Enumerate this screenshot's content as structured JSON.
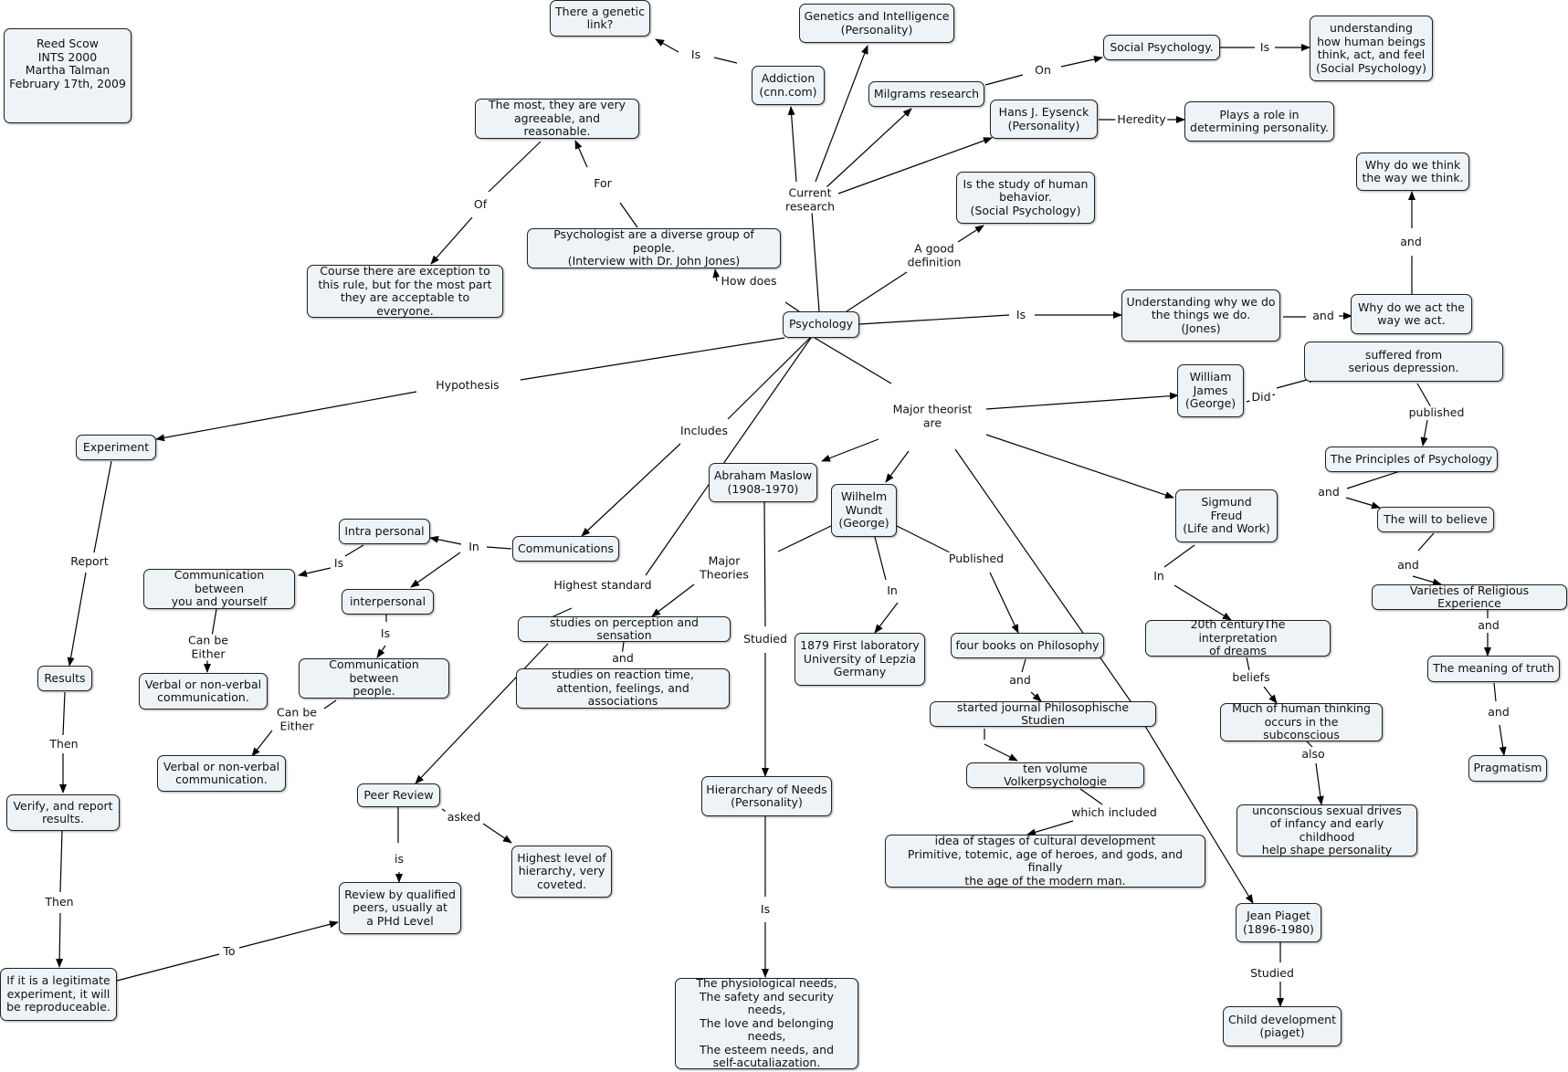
{
  "nodes": {
    "author": "Reed Scow\nINTS 2000\nMartha Talman\nFebruary 17th, 2009",
    "genetic_link": "There a genetic\nlink?",
    "genetics_intelligence": "Genetics and Intelligence\n(Personality)",
    "social_psychology": "Social Psychology.",
    "understanding_how": "understanding\nhow human beings\nthink, act, and feel\n(Social Psychology)",
    "addiction": "Addiction\n(cnn.com)",
    "milgrams": "Milgrams research",
    "eysenck": "Hans J. Eysenck\n(Personality)",
    "heredity_role": "Plays a role in\ndetermining personality.",
    "most_agreeable": "The most, they are very\nagreeable, and reasonable.",
    "why_think": "Why do we think\nthe way we think.",
    "study_behavior": "Is the study of human\nbehavior.\n(Social Psychology)",
    "diverse_group": "Psychologist are a diverse group of people.\n(Interview with Dr. John Jones)",
    "exception": "Course there are exception to\nthis rule, but for the most part\nthey are acceptable to everyone.",
    "psychology": "Psychology",
    "understanding_why": "Understanding why we do\nthe things we do.\n(Jones)",
    "why_act": "Why do we act the\nway we act.",
    "depression": "suffered from\nserious depression.",
    "william_james": "William\nJames\n(George)",
    "experiment": "Experiment",
    "principles": "The Principles of Psychology",
    "maslow": "Abraham Maslow\n(1908-1970)",
    "wundt": "Wilhelm\nWundt\n(George)",
    "freud": "Sigmund\nFreud\n(Life and Work)",
    "will_believe": "The will to believe",
    "intra_personal": "Intra personal",
    "communications": "Communications",
    "comm_yourself": "Communication between\nyou and yourself",
    "varieties": "Varieties of Religious Experience",
    "interpersonal": "interpersonal",
    "perception": "studies on perception and sensation",
    "twentieth": "20th centuryThe interpretation\nof dreams",
    "four_books": "four books on Philosophy",
    "first_lab": "1879 First laboratory\nUniversity of Lepzia\nGermany",
    "results": "Results",
    "comm_people": "Communication between\npeople.",
    "meaning_truth": "The meaning of truth",
    "verbal1": "Verbal or non-verbal\ncommunication.",
    "reaction_time": "studies on reaction time,\nattention, feelings, and associations",
    "journal": "started journal Philosophische Studien",
    "subconscious": "Much of human thinking\noccurs in the subconscious",
    "verbal2": "Verbal or non-verbal\ncommunication.",
    "volkerpsychologie": "ten volume Volkerpsychologie",
    "pragmatism": "Pragmatism",
    "hierarchy": "Hierarchary of Needs\n(Personality)",
    "peer_review": "Peer Review",
    "verify": "Verify, and report\nresults.",
    "unconscious": "unconscious sexual drives\nof infancy and early childhood\nhelp shape personality",
    "stages": "idea of stages of cultural development\nPrimitive, totemic, age of heroes, and gods, and finally\nthe age of the modern man.",
    "highest_level": "Highest level of\nhierarchy, very\ncoveted.",
    "review_qualified": "Review by qualified\npeers, usually at\na PHd Level",
    "piaget": "Jean Piaget\n(1896-1980)",
    "legitimate": "If it is a legitimate\nexperiment, it will\nbe reproduceable.",
    "needs_list": "The physiological needs,\nThe safety and security needs,\nThe love and belonging needs,\nThe esteem needs, and\nself-acutaliazation.",
    "child_development": "Child development\n(piaget)"
  },
  "link_labels": {
    "is_genetic": "Is",
    "on": "On",
    "is_social": "Is",
    "heredity": "Heredity",
    "current_research": "Current\nresearch",
    "for": "For",
    "of": "Of",
    "how_does": "How does",
    "a_good_definition": "A good\ndefinition",
    "and_think": "and",
    "is_psych": "Is",
    "and_act": "and",
    "hypothesis": "Hypothesis",
    "did": "Did",
    "published_james": "published",
    "major_theorist": "Major theorist\nare",
    "includes": "Includes",
    "and_principles": "and",
    "report": "Report",
    "in_comm": "In",
    "is_intra": "Is",
    "major_theories": "Major\nTheories",
    "published_wundt": "Published",
    "and_will": "and",
    "highest_standard": "Highest standard",
    "in_freud": "In",
    "in_wundt": "In",
    "can_be_either_1": "Can be\nEither",
    "is_inter": "Is",
    "studied_maslow": "Studied",
    "and_varieties": "and",
    "and_perception": "and",
    "and_books": "and",
    "beliefs": "beliefs",
    "can_be_either_2": "Can be\nEither",
    "and_meaning": "and",
    "then_results": "Then",
    "also": "also",
    "which_included": "which included",
    "asked": "asked",
    "is_peer": "is",
    "then_verify": "Then",
    "is_hierarchy": "Is",
    "to": "To",
    "studied_piaget": "Studied"
  }
}
